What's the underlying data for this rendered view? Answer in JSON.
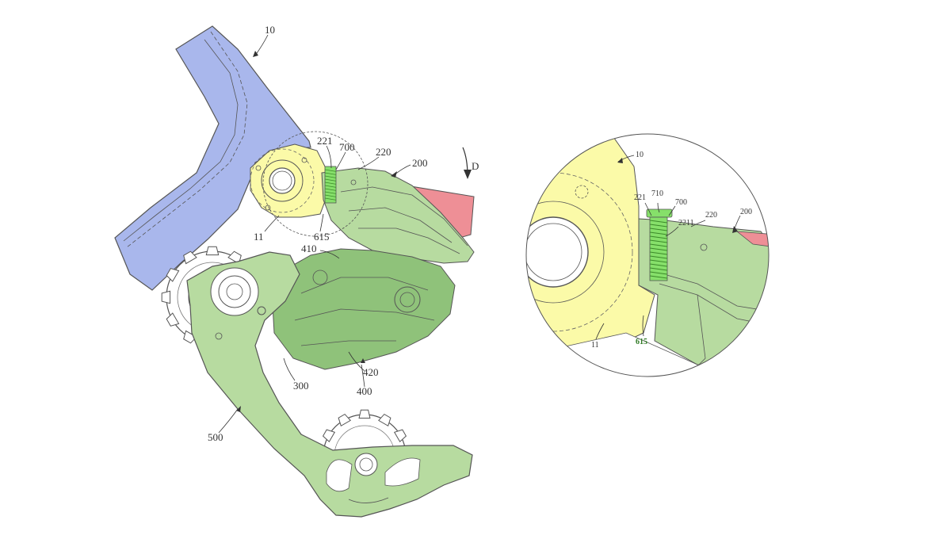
{
  "labels": {
    "frame": "10",
    "frame_boss": "11",
    "bracket": "200",
    "bracket_arm": "220",
    "bracket_hole": "221",
    "bolt": "700",
    "gap_marker": "615",
    "base": "300",
    "body_top": "410",
    "body": "400",
    "body_lower": "420",
    "cage": "500",
    "direction": "D"
  },
  "detail_labels": {
    "frame": "10",
    "frame_boss": "11",
    "bolt_hole": "221",
    "bolt_head": "710",
    "bolt": "700",
    "thread_hole": "2211",
    "bracket_arm": "220",
    "bracket": "200",
    "gap_marker": "615"
  },
  "colors": {
    "frame_fill": "#a9b7ec",
    "boss_fill": "#fbfaa8",
    "mech_fill": "#b7dba0",
    "mech_dark": "#8fc27a",
    "bolt_fill": "#86e06a",
    "red_fill": "#ee8f96",
    "line": "#555555"
  }
}
